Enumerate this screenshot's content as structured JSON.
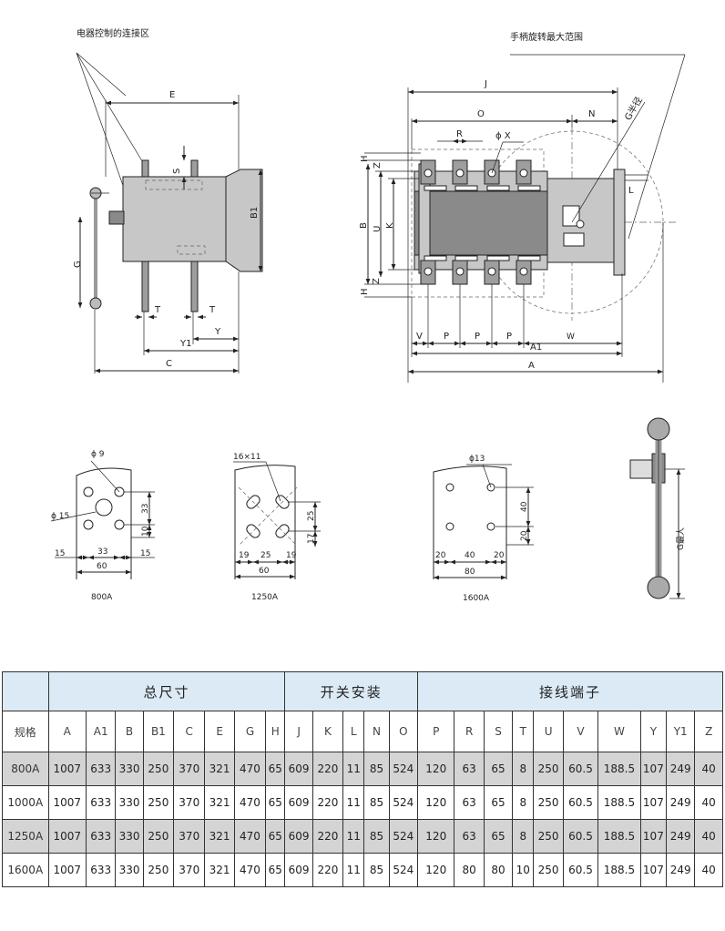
{
  "labels": {
    "control_zone": "电器控制的连接区",
    "handle_range": "手柄旋转最大范围",
    "g_radius": "G半径",
    "g_max": "G最大"
  },
  "dims": {
    "E": "E",
    "S": "S",
    "B1": "B1",
    "G": "G",
    "T1": "T",
    "T2": "T",
    "Y": "Y",
    "Y1": "Y1",
    "C": "C",
    "J": "J",
    "O": "O",
    "N": "N",
    "R": "R",
    "X": "ϕ X",
    "H1": "H",
    "Z1": "Z",
    "B": "B",
    "U": "U",
    "K": "K",
    "Z2": "Z",
    "H2": "H",
    "L": "L",
    "V": "V",
    "P1": "P",
    "P2": "P",
    "P3": "P",
    "W": "W",
    "A1": "A1",
    "A": "A"
  },
  "details": {
    "d800": {
      "title": "800A",
      "hole_small": "ϕ 9",
      "hole_big": "ϕ 15",
      "v1": "33",
      "v2": "10",
      "h1": "15",
      "h2": "33",
      "h3": "15",
      "total": "60"
    },
    "d1250": {
      "title": "1250A",
      "slot": "16×11",
      "v1": "25",
      "v2": "17",
      "h1": "19",
      "h2": "25",
      "h3": "19",
      "total": "60"
    },
    "d1600": {
      "title": "1600A",
      "hole": "ϕ13",
      "v1": "40",
      "v2": "20",
      "h1": "20",
      "h2": "40",
      "h3": "20",
      "total": "80"
    }
  },
  "table": {
    "groups": [
      "总尺寸",
      "开关安装",
      "接线端子"
    ],
    "columns": [
      "规格",
      "A",
      "A1",
      "B",
      "B1",
      "C",
      "E",
      "G",
      "H",
      "J",
      "K",
      "L",
      "N",
      "O",
      "P",
      "R",
      "S",
      "T",
      "U",
      "V",
      "W",
      "Y",
      "Y1",
      "Z"
    ],
    "rows": [
      [
        "800A",
        "1007",
        "633",
        "330",
        "250",
        "370",
        "321",
        "470",
        "65",
        "609",
        "220",
        "11",
        "85",
        "524",
        "120",
        "63",
        "65",
        "8",
        "250",
        "60.5",
        "188.5",
        "107",
        "249",
        "40"
      ],
      [
        "1000A",
        "1007",
        "633",
        "330",
        "250",
        "370",
        "321",
        "470",
        "65",
        "609",
        "220",
        "11",
        "85",
        "524",
        "120",
        "63",
        "65",
        "8",
        "250",
        "60.5",
        "188.5",
        "107",
        "249",
        "40"
      ],
      [
        "1250A",
        "1007",
        "633",
        "330",
        "250",
        "370",
        "321",
        "470",
        "65",
        "609",
        "220",
        "11",
        "85",
        "524",
        "120",
        "63",
        "65",
        "8",
        "250",
        "60.5",
        "188.5",
        "107",
        "249",
        "40"
      ],
      [
        "1600A",
        "1007",
        "633",
        "330",
        "250",
        "370",
        "321",
        "470",
        "65",
        "609",
        "220",
        "11",
        "85",
        "524",
        "120",
        "80",
        "80",
        "10",
        "250",
        "60.5",
        "188.5",
        "107",
        "249",
        "40"
      ]
    ]
  }
}
